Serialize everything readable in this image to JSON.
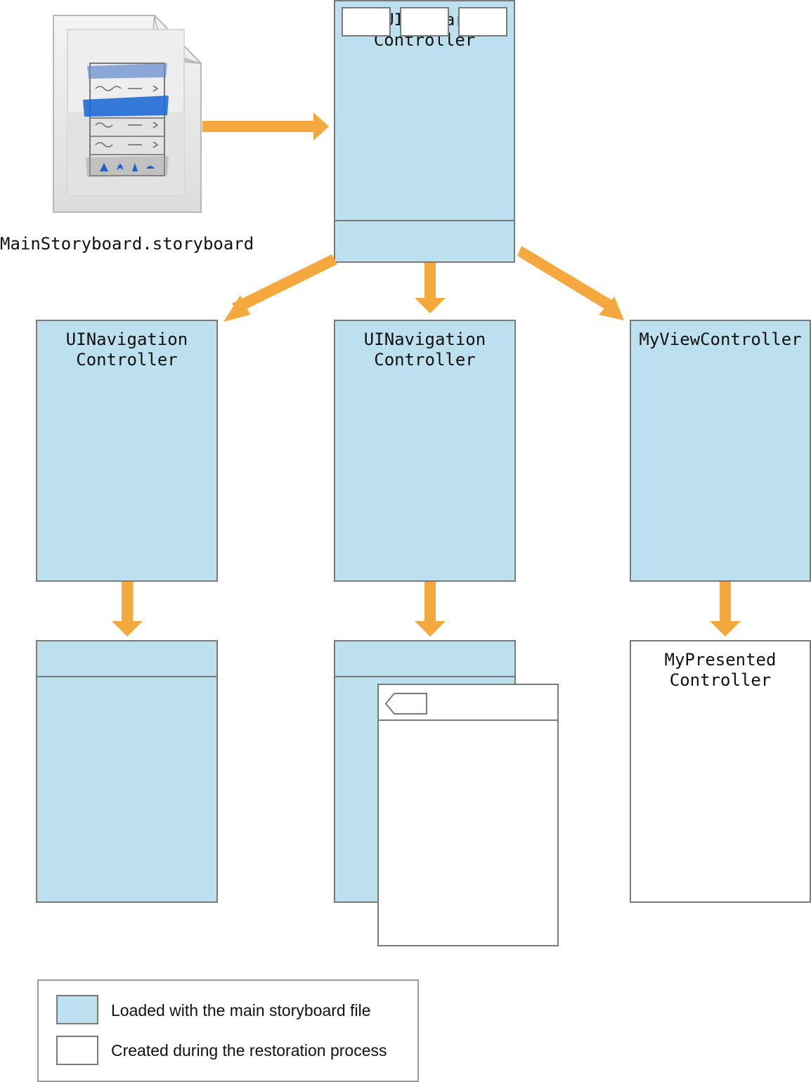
{
  "storyboard_file": {
    "label": "MainStoryboard.storyboard",
    "icon": "storyboard-document-icon"
  },
  "tab_bar_controller": {
    "title": "UITabBar\nController",
    "tab_count": 3
  },
  "nav_controller_1": {
    "title": "UINavigation\nController"
  },
  "nav_controller_2": {
    "title": "UINavigation\nController"
  },
  "my_view_controller": {
    "title": "MyViewController"
  },
  "my_presented_controller": {
    "title": "MyPresented\nController"
  },
  "legend": {
    "items": [
      {
        "label": "Loaded with the main storyboard file",
        "color": "#bde0ee"
      },
      {
        "label": "Created during the restoration process",
        "color": "#ffffff"
      }
    ]
  },
  "colors": {
    "arrow": "#f5a83d",
    "loaded_fill": "#bde0ee",
    "created_fill": "#ffffff",
    "border": "#7a7a7a"
  }
}
